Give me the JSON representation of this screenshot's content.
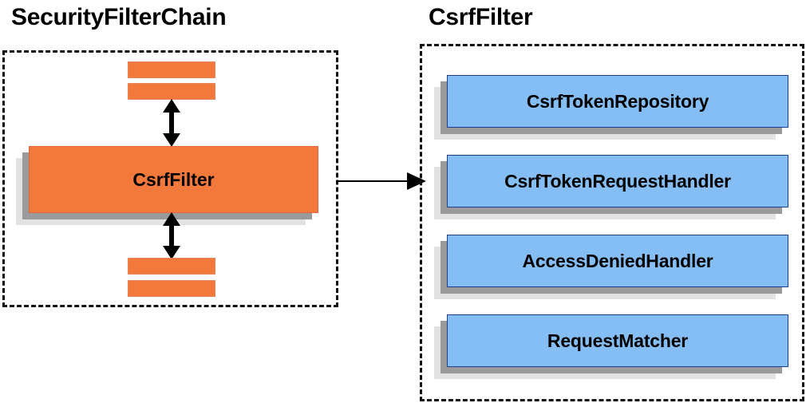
{
  "diagram": {
    "type": "block-diagram",
    "background_color": "#ffffff",
    "palette": {
      "orange_fill": "#f2783c",
      "orange_border": "#e0673a",
      "blue_fill": "#84bef5",
      "blue_border": "#1f3d8f",
      "shadow_dark": "#9a9a9a",
      "shadow_light": "#e2e2e2",
      "outline": "#111111",
      "text": "#000000"
    }
  },
  "left_panel": {
    "title": "SecurityFilterChain",
    "border_style": "dashed",
    "filter_bars_top": [
      "",
      ""
    ],
    "highlighted_filter": "CsrfFilter",
    "filter_bars_bottom": [
      "",
      ""
    ],
    "arrows": [
      {
        "name": "top-chain-arrow",
        "direction": "bidirectional-vertical"
      },
      {
        "name": "bottom-chain-arrow",
        "direction": "bidirectional-vertical"
      }
    ]
  },
  "connector": {
    "name": "expand-arrow",
    "direction": "left-to-right",
    "label": ""
  },
  "right_panel": {
    "title": "CsrfFilter",
    "border_style": "dashed",
    "collaborators": [
      {
        "label": "CsrfTokenRepository"
      },
      {
        "label": "CsrfTokenRequestHandler"
      },
      {
        "label": "AccessDeniedHandler"
      },
      {
        "label": "RequestMatcher"
      }
    ]
  }
}
